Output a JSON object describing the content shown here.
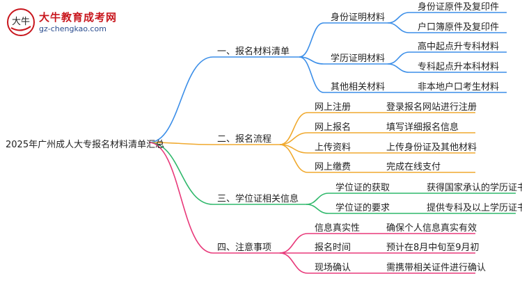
{
  "logo": {
    "name": "大牛教育成考网",
    "url": "gz-chengkao.com",
    "mark_text": "大牛"
  },
  "root": "2025年广州成人大专报名材料清单汇总",
  "colors": {
    "blue": "#3b8ee8",
    "orange": "#f0a92e",
    "green": "#2fb86b",
    "pink": "#e8397a",
    "logo_red": "#c8161d"
  },
  "branches": [
    {
      "label": "一、报名材料清单",
      "color": "blue",
      "children": [
        {
          "label": "身份证明材料",
          "leaves": [
            "身份证原件及复印件",
            "户口簿原件及复印件"
          ]
        },
        {
          "label": "学历证明材料",
          "leaves": [
            "高中起点升专科材料",
            "专科起点升本科材料"
          ]
        },
        {
          "label": "其他相关材料",
          "leaves": [
            "非本地户口考生材料"
          ]
        }
      ]
    },
    {
      "label": "二、报名流程",
      "color": "orange",
      "children": [
        {
          "label": "网上注册",
          "leaves": [
            "登录报名网站进行注册"
          ]
        },
        {
          "label": "网上报名",
          "leaves": [
            "填写详细报名信息"
          ]
        },
        {
          "label": "上传资料",
          "leaves": [
            "上传身份证及其他材料"
          ]
        },
        {
          "label": "网上缴费",
          "leaves": [
            "完成在线支付"
          ]
        }
      ]
    },
    {
      "label": "三、学位证相关信息",
      "color": "green",
      "children": [
        {
          "label": "学位证的获取",
          "leaves": [
            "获得国家承认的学历证书"
          ]
        },
        {
          "label": "学位证的要求",
          "leaves": [
            "提供专科及以上学历证书"
          ]
        }
      ]
    },
    {
      "label": "四、注意事项",
      "color": "pink",
      "children": [
        {
          "label": "信息真实性",
          "leaves": [
            "确保个人信息真实有效"
          ]
        },
        {
          "label": "报名时间",
          "leaves": [
            "预计在8月中旬至9月初"
          ]
        },
        {
          "label": "现场确认",
          "leaves": [
            "需携带相关证件进行确认"
          ]
        }
      ]
    }
  ]
}
